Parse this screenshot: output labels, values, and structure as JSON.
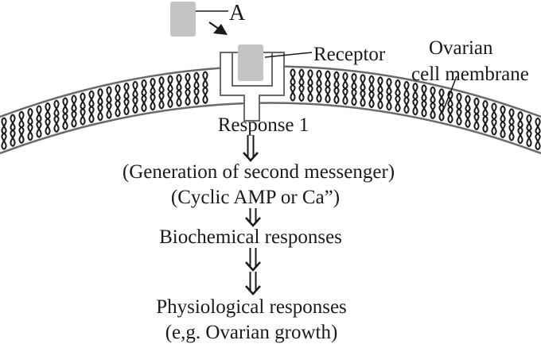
{
  "labels": {
    "hormone": "A",
    "receptor": "Receptor",
    "membrane_line1": "Ovarian",
    "membrane_line2": "cell membrane",
    "response1": "Response 1",
    "second_messenger": "(Generation of second messenger)",
    "second_messenger_detail": "(Cyclic AMP or Ca”)",
    "biochemical": "Biochemical responses",
    "physiological": "Physiological responses",
    "physiological_example": "(e,g. Ovarian growth)"
  },
  "colors": {
    "ink": "#1a1a1a",
    "membrane_edge": "#6a6a6a",
    "hormone_fill": "#c4c4c4",
    "background": "#ffffff"
  }
}
